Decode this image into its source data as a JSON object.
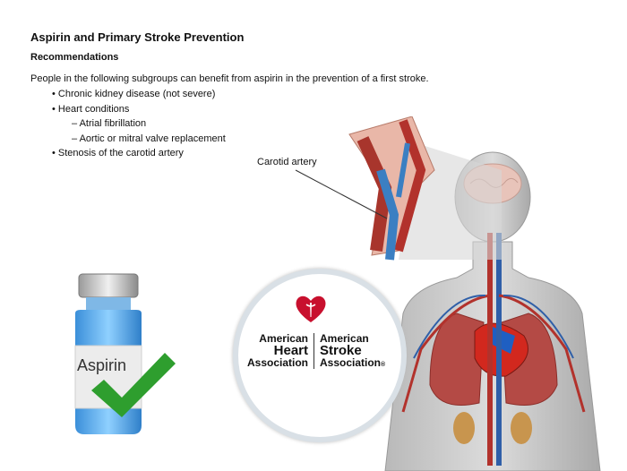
{
  "heading": {
    "title": "Aspirin and Primary Stroke Prevention",
    "subtitle": "Recommendations"
  },
  "intro": "People in the following subgroups can benefit from aspirin in the prevention of a first stroke.",
  "list": [
    {
      "text": "• Chronic kidney disease (not severe)"
    },
    {
      "text": "• Heart conditions"
    },
    {
      "text": "– Atrial fibrillation"
    },
    {
      "text": "– Aortic or mitral valve replacement"
    },
    {
      "text": "• Stenosis of the carotid artery"
    }
  ],
  "illustration": {
    "callout_label": "Carotid artery",
    "vial_label": "Aspirin"
  },
  "logo": {
    "left_line1": "American",
    "left_line2": "Heart",
    "left_line3": "Association",
    "right_line1": "American",
    "right_line2": "Stroke",
    "right_line3": "Association",
    "registered": "®"
  },
  "colors": {
    "aha_red": "#c8102e",
    "check_green": "#2e9e2e",
    "vial_blue": "#4aa6e6",
    "artery_red": "#b2322c",
    "vein_blue": "#2f5fa8"
  }
}
